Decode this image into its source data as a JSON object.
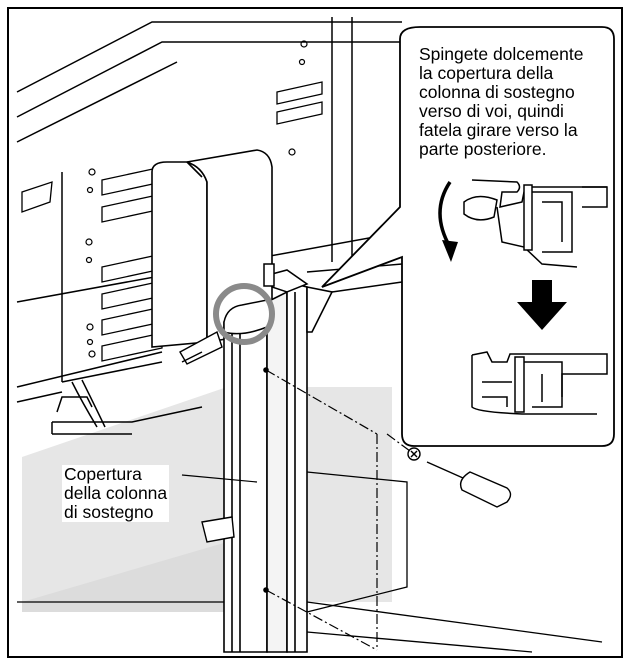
{
  "instruction": {
    "lines": [
      "Spingete dolcemente",
      "la copertura della",
      "colonna di sostegno",
      "verso di voi, quindi",
      "fatela girare verso la",
      "parte posteriore."
    ]
  },
  "part_label": {
    "lines": [
      "Copertura",
      "della colonna",
      "di sostegno"
    ]
  },
  "icons": {
    "rotate_arrow": "curved-arrow-counterclockwise",
    "next_step_arrow": "bold-down-arrow",
    "highlight": "circle-highlight"
  }
}
